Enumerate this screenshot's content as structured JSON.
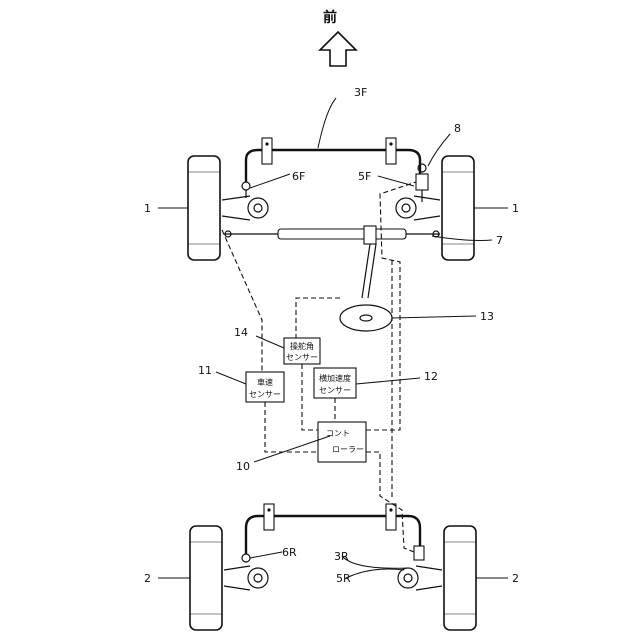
{
  "direction_label": "前",
  "labels": {
    "front_stabilizer": "3F",
    "rear_stabilizer": "3R",
    "front_wheel_left": "1",
    "front_wheel_right": "1",
    "rear_wheel_left": "2",
    "rear_wheel_right": "2",
    "front_link_left": "6F",
    "front_link_right": "5F",
    "rear_link_left": "6R",
    "rear_link_right": "5R",
    "actuator": "8",
    "knuckle": "7",
    "steering_wheel": "13",
    "steering_sensor": "14",
    "vehicle_speed_sensor": "11",
    "lateral_accel_sensor": "12",
    "controller": "10"
  },
  "boxes": {
    "steering_sensor": [
      "操舵角",
      "センサー"
    ],
    "vehicle_speed_sensor": [
      "車速",
      "センサー"
    ],
    "lateral_accel_sensor": [
      "横加速度",
      "センサー"
    ],
    "controller": [
      "コント",
      "ローラー"
    ]
  }
}
